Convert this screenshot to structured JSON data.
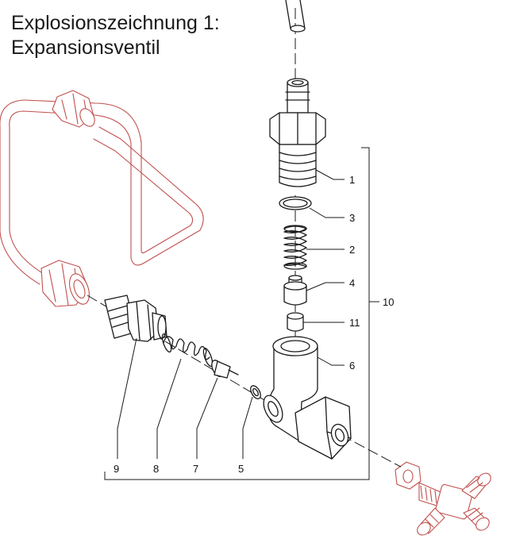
{
  "title": {
    "line1": "Explosionszeichnung 1:",
    "line2": "Expansionsventil"
  },
  "callouts": [
    "1",
    "2",
    "3",
    "4",
    "5",
    "6",
    "7",
    "8",
    "9",
    "10",
    "11"
  ],
  "colors": {
    "part_line": "#1a1a1a",
    "connected_part_line": "#c0504d",
    "background": "#ffffff"
  }
}
